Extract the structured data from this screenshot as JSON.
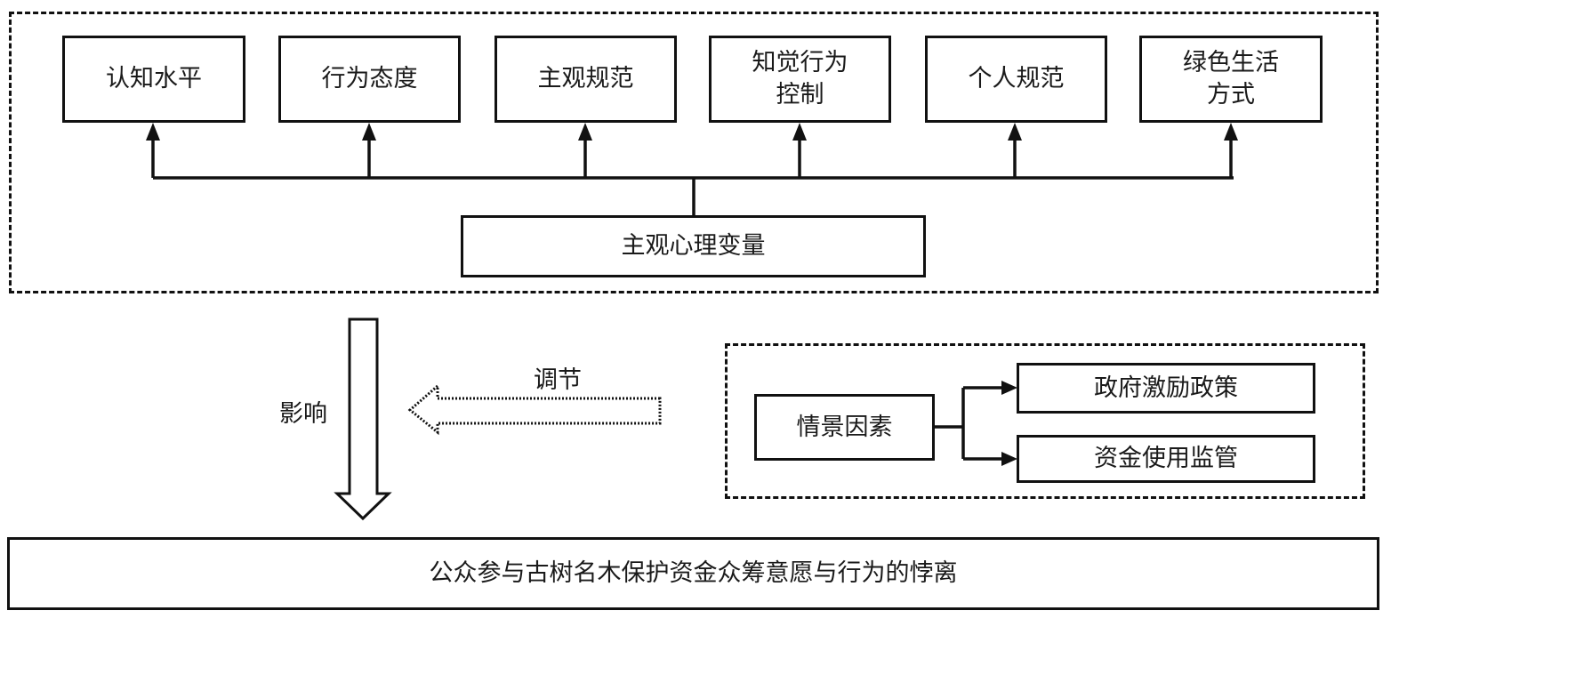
{
  "top_group": {
    "factors": [
      {
        "label": "认知水平"
      },
      {
        "label": "行为态度"
      },
      {
        "label": "主观规范"
      },
      {
        "label": "知觉行为\n控制"
      },
      {
        "label": "个人规范"
      },
      {
        "label": "绿色生活\n方式"
      }
    ],
    "root": "主观心理变量"
  },
  "influence_label": "影响",
  "moderation_label": "调节",
  "situational_group": {
    "root": "情景因素",
    "children": [
      {
        "label": "政府激励政策"
      },
      {
        "label": "资金使用监管"
      }
    ]
  },
  "outcome": "公众参与古树名木保护资金众筹意愿与行为的悖离"
}
